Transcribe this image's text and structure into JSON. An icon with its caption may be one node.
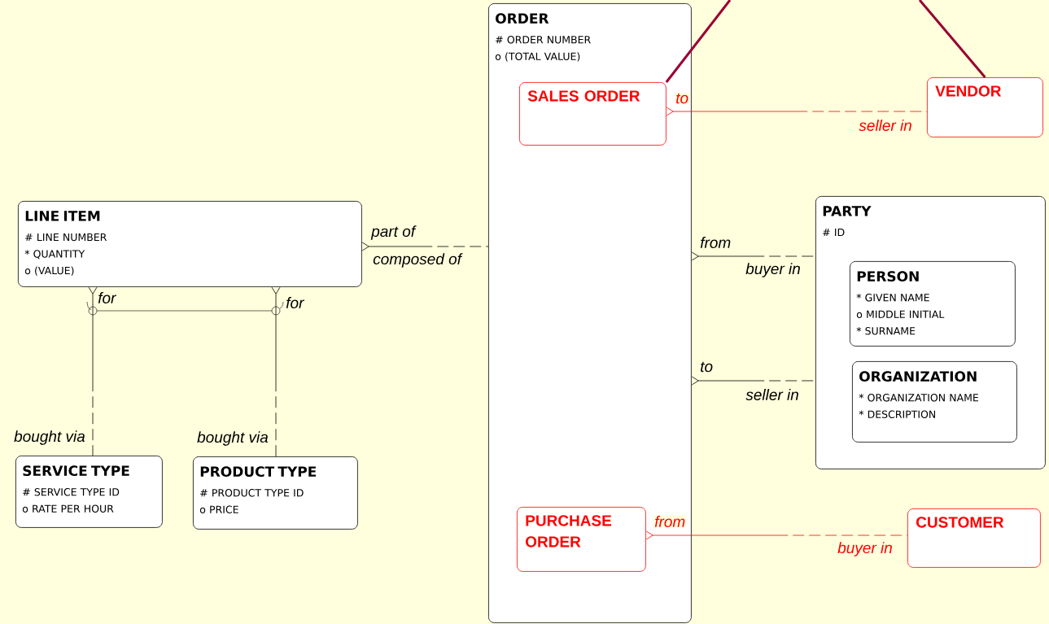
{
  "diagram": {
    "nodes": [
      {
        "text": [
          "ORDER",
          "# ORDER NUMBER",
          "o (TOTAL VALUE)"
        ]
      },
      {
        "text": [
          "SALES ORDER"
        ],
        "in": 0
      },
      {
        "text": [
          "PURCHASE ORDER"
        ],
        "in": 0
      },
      {
        "text": [
          "VENDOR"
        ]
      },
      {
        "text": [
          "LINE ITEM",
          "# LINE NUMBER",
          "* QUANTITY",
          "o (VALUE)"
        ]
      },
      {
        "text": [
          "PARTY",
          "# ID"
        ]
      },
      {
        "text": [
          "PERSON",
          "* GIVEN NAME",
          "o MIDDLE INITIAL",
          "* SURNAME"
        ],
        "in": 5
      },
      {
        "text": [
          "ORGANIZATION",
          "* ORGANIZATION NAME",
          "* DESCRIPTION"
        ],
        "in": 5
      },
      {
        "text": [
          "SERVICE TYPE",
          "# SERVICE TYPE ID",
          "o RATE PER HOUR"
        ]
      },
      {
        "text": [
          "PRODUCT TYPE",
          "# PRODUCT TYPE ID",
          "o PRICE"
        ]
      },
      {
        "text": [
          "CUSTOMER"
        ]
      }
    ],
    "edges": [
      {
        "from": 4,
        "to": 0,
        "arrow": "other",
        "label": "part of",
        "style": "dashed"
      },
      {
        "from": 0,
        "to": 5,
        "arrow": "other",
        "label": "from",
        "style": "dashed"
      },
      {
        "from": 0,
        "to": 5,
        "arrow": "other",
        "label": "to",
        "style": "dashed"
      },
      {
        "from": 1,
        "to": 3,
        "arrow": "other",
        "label": "to",
        "style": "dashed",
        "color": "#ff0000"
      },
      {
        "from": 2,
        "to": 10,
        "arrow": "other",
        "label": "from",
        "style": "dashed",
        "color": "#ff0000"
      },
      {
        "from": 4,
        "to": 8,
        "arrow": "other",
        "label": "for",
        "style": "dashed"
      },
      {
        "from": 4,
        "to": 9,
        "arrow": "other",
        "label": "for",
        "style": "dashed"
      },
      {
        "from": 1,
        "to": null,
        "arrow": "none",
        "style": "thick",
        "color": "#990033"
      },
      {
        "from": 3,
        "to": null,
        "arrow": "none",
        "style": "thick",
        "color": "#990033"
      }
    ],
    "labels": [
      "seller in",
      "composed of",
      "buyer in",
      "seller in",
      "bought via",
      "bought via",
      "buyer in"
    ]
  }
}
